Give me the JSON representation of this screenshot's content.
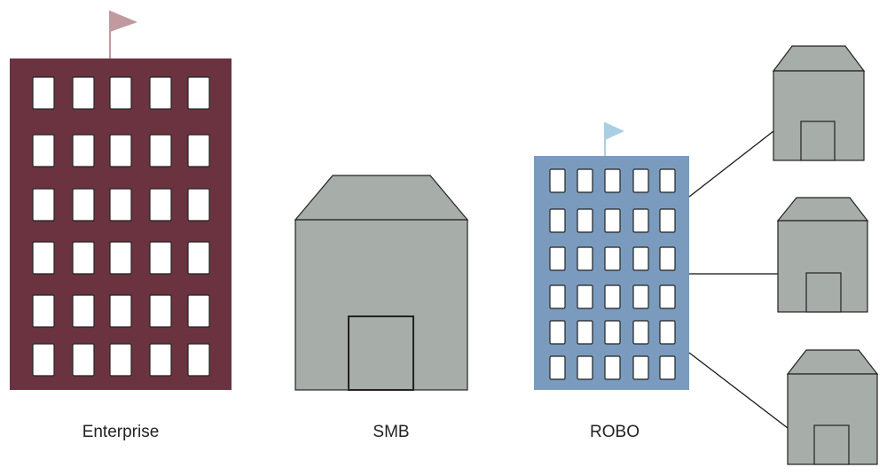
{
  "labels": {
    "enterprise": "Enterprise",
    "smb": "SMB",
    "robo": "ROBO"
  },
  "colors": {
    "enterprise_building": "#6b3340",
    "enterprise_flag": "#c09a9e",
    "robo_building": "#7a9bbd",
    "robo_flag": "#a9cfe3",
    "house": "#a7ada9",
    "window": "#ffffff"
  },
  "icons": [
    "enterprise-building-icon",
    "smb-house-icon",
    "robo-building-icon",
    "branch-house-icon"
  ]
}
